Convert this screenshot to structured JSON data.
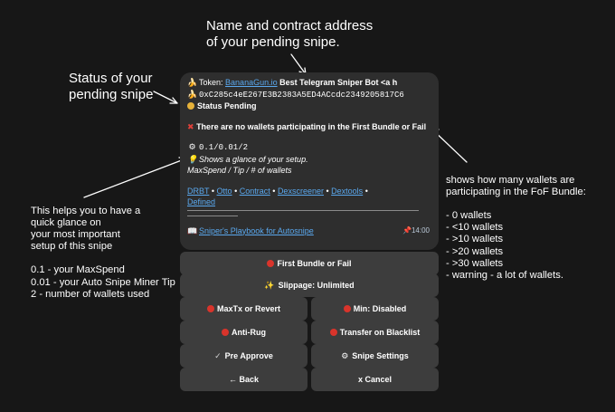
{
  "annotations": {
    "top": "Name and contract address\nof your pending snipe.",
    "status": "Status of your\npending snipe",
    "left": "This helps you to have a\nquick glance on\nyour most important\nsetup of this snipe\n\n0.1 - your MaxSpend\n0.01 - your Auto Snipe Miner Tip\n2 - number of wallets used",
    "right": "shows how many wallets are\nparticipating in the FoF Bundle:\n\n- 0 wallets\n- <10 wallets\n- >10 wallets\n- >20 wallets\n- >30 wallets\n- warning - a lot of wallets."
  },
  "message": {
    "token_label": "Token:",
    "token_link": "BananaGun.io",
    "token_name": "Best Telegram Sniper Bot <a h",
    "contract": "0xC285c4eE267E3B2383A5ED4ACcdc2349205817C6",
    "status": "Status Pending",
    "bundle_warning": "There are no wallets participating in the First Bundle or Fail",
    "setup_values": "0.1/0.01/2",
    "setup_hint": "Shows a glance of your setup.",
    "setup_legend": "MaxSpend / Tip / # of wallets",
    "links": [
      "DRBT",
      "Otto",
      "Contract",
      "Dexscreener",
      "Dextools",
      "Defined"
    ],
    "separator": "•",
    "playbook": "Sniper's Playbook for Autosnipe",
    "time": "14:00",
    "icons": {
      "token": "banana-icon",
      "contract": "banana-icon",
      "status": "yellow-circle-icon",
      "warning": "red-x-icon",
      "setup": "gear-icon",
      "hint": "lightbulb-icon",
      "playbook": "book-icon",
      "time": "pin-icon"
    }
  },
  "keyboard": {
    "first_bundle": "First Bundle or Fail",
    "slippage": "Slippage: Unlimited",
    "maxtx": "MaxTx or Revert",
    "min": "Min: Disabled",
    "antirug": "Anti-Rug",
    "blacklist": "Transfer on Blacklist",
    "preapprove": "Pre Approve",
    "snipe_settings": "Snipe Settings",
    "back": "← Back",
    "cancel": "x Cancel"
  },
  "colors": {
    "background": "#171717",
    "panel": "#2e2e2e",
    "button": "#3d3d3d",
    "link": "#5aa8ee",
    "red_dot": "#d9342b",
    "yellow_dot": "#e6b23a"
  }
}
